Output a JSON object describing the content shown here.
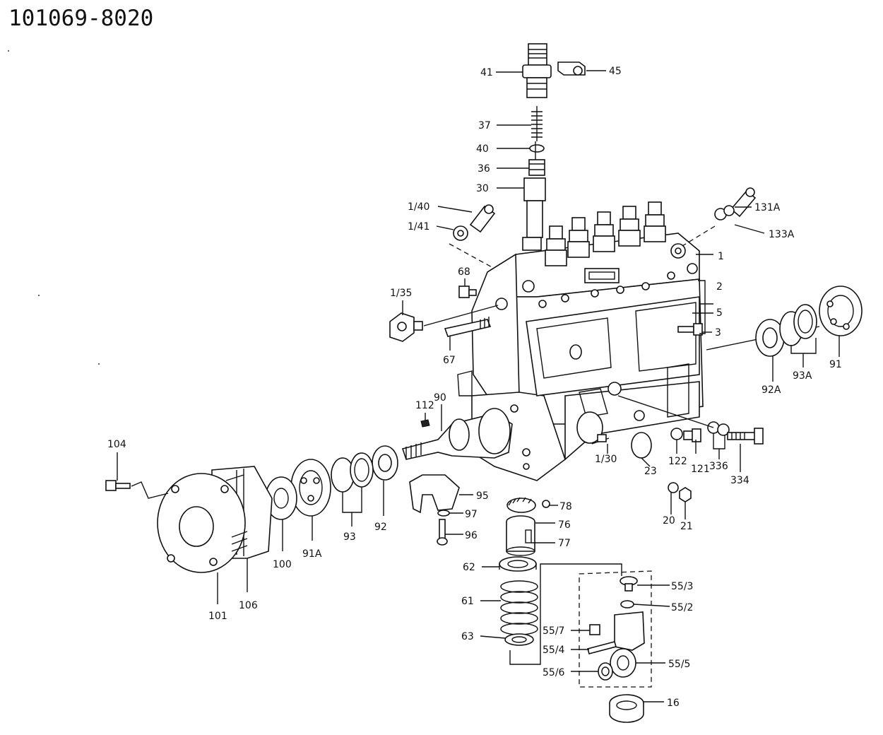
{
  "diagram_title": "101069-8020",
  "labels": {
    "l41": "41",
    "l45": "45",
    "l37": "37",
    "l40": "40",
    "l36": "36",
    "l30": "30",
    "l1_40": "1/40",
    "l1_41": "1/41",
    "l68": "68",
    "l1_35": "1/35",
    "l67": "67",
    "l131a": "131A",
    "l133a": "133A",
    "l1": "1",
    "l2": "2",
    "l5": "5",
    "l3": "3",
    "l92a": "92A",
    "l93a": "93A",
    "l91": "91",
    "l112": "112",
    "l90": "90",
    "l104": "104",
    "l101": "101",
    "l106": "106",
    "l100": "100",
    "l91a": "91A",
    "l93": "93",
    "l92": "92",
    "l95": "95",
    "l97": "97",
    "l96": "96",
    "l78": "78",
    "l76": "76",
    "l77": "77",
    "l1_30": "1/30",
    "l23": "23",
    "l122": "122",
    "l121": "121",
    "l336": "336",
    "l334": "334",
    "l20": "20",
    "l21": "21",
    "l62": "62",
    "l61": "61",
    "l63": "63",
    "l55_3": "55/3",
    "l55_2": "55/2",
    "l55_7": "55/7",
    "l55_4": "55/4",
    "l55_5": "55/5",
    "l55_6": "55/6",
    "l16": "16"
  }
}
